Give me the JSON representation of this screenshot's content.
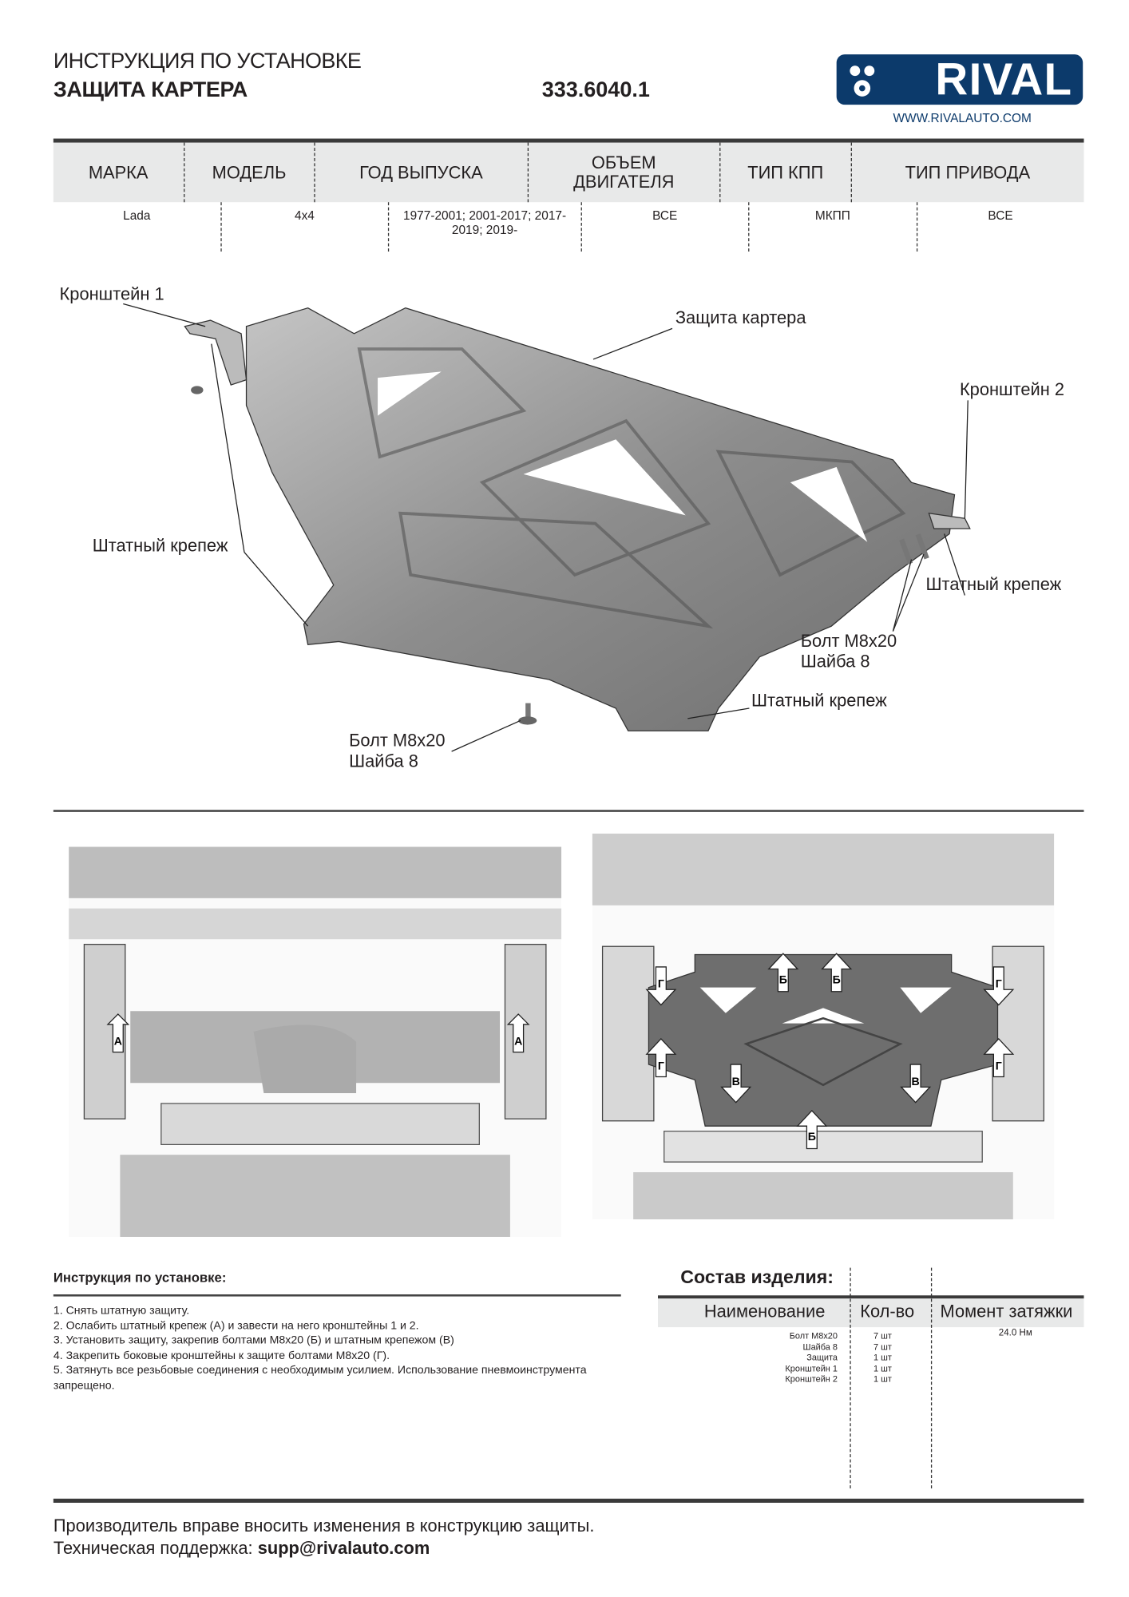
{
  "header": {
    "doc_type": "ИНСТРУКЦИЯ ПО УСТАНОВКЕ",
    "product": "ЗАЩИТА КАРТЕРА",
    "article": "333.6040.1",
    "logo_text": "RIVAL",
    "website": "WWW.RIVALAUTO.COM",
    "brand_color": "#0c3a6b"
  },
  "spec_table": {
    "headers": [
      "МАРКА",
      "МОДЕЛЬ",
      "ГОД ВЫПУСКА",
      "ОБЪЕМ ДВИГАТЕЛЯ",
      "ТИП КПП",
      "ТИП ПРИВОДА"
    ],
    "values": [
      "Lada",
      "4x4",
      "1977-2001; 2001-2017; 2017-2019; 2019-",
      "ВСЕ",
      "МКПП",
      "ВСЕ"
    ]
  },
  "diagram": {
    "labels": {
      "bracket1": "Кронштейн 1",
      "skid_plate": "Защита картера",
      "bracket2": "Кронштейн 2",
      "std_fastener_left": "Штатный крепеж",
      "std_fastener_right": "Штатный крепеж",
      "std_fastener_bottom": "Штатный крепеж",
      "bolt_right_1": "Болт M8x20",
      "bolt_right_2": "Шайба 8",
      "bolt_bottom_1": "Болт M8x20",
      "bolt_bottom_2": "Шайба 8"
    }
  },
  "photos": {
    "before_markers": [
      "А",
      "А"
    ],
    "after_markers": [
      "Г",
      "Г",
      "Б",
      "Б",
      "Г",
      "Г",
      "В",
      "В",
      "Б"
    ]
  },
  "instructions": {
    "title": "Инструкция по установке:",
    "steps": [
      "1. Снять штатную защиту.",
      "2. Ослабить штатный крепеж (А) и завести на него кронштейны 1 и 2.",
      "3. Установить защиту, закрепив болтами M8x20 (Б) и штатным крепежом (В)",
      "4. Закрепить боковые кронштейны к защите болтами M8x20 (Г).",
      "5. Затянуть все резьбовые соединения с необходимым усилием. Использование пневмоинструмента запрещено."
    ]
  },
  "composition": {
    "title": "Состав изделия:",
    "headers": [
      "Наименование",
      "Кол-во",
      "Момент затяжки"
    ],
    "items": [
      {
        "name": "Болт M8x20",
        "qty": "7 шт"
      },
      {
        "name": "Шайба 8",
        "qty": "7 шт"
      },
      {
        "name": "Защита",
        "qty": "1 шт"
      },
      {
        "name": "Кронштейн 1",
        "qty": "1 шт"
      },
      {
        "name": "Кронштейн 2",
        "qty": "1 шт"
      }
    ],
    "torque": "24.0 Нм"
  },
  "footer": {
    "notice": "Производитель вправе вносить изменения в конструкцию защиты.",
    "support_label": "Техническая поддержка: ",
    "support_email": "supp@rivalauto.com"
  }
}
